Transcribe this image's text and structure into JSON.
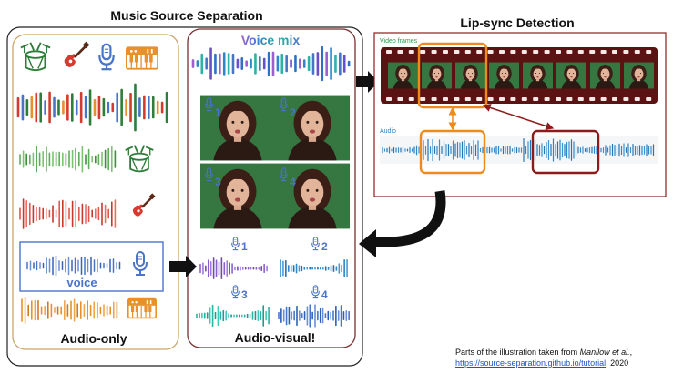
{
  "titles": {
    "music_source_separation": "Music Source Separation",
    "lip_sync_detection": "Lip-sync Detection"
  },
  "labels": {
    "voice_mix": "Voice mix",
    "voice": "voice",
    "audio_only": "Audio-only",
    "audio_visual": "Audio-visual!",
    "video_frames": "Video frames",
    "audio": "Audio",
    "track_numbers": [
      "1",
      "2",
      "3",
      "4"
    ]
  },
  "credit": {
    "prefix": "Parts of the illustration taken from ",
    "author": "Manilow et al.",
    "separator": ",",
    "link_text": "https://source-separation.github.io/tutorial",
    "year": ". 2020"
  },
  "colors": {
    "drums": "#2f7d3a",
    "guitar": "#d63a2f",
    "mic": "#4a74c9",
    "keyboard": "#e8912a",
    "outline_left": "#c9a56a",
    "outline_mid": "#7a2f2f",
    "film": "#5a1212",
    "orange_box": "#f08a1c",
    "red_box": "#8e1b1b",
    "audio_wave": "#2f86c8",
    "video_bg": "#2f6d3c"
  },
  "icons": [
    "drum-icon",
    "guitar-icon",
    "microphone-icon",
    "keyboard-icon",
    "person-face-icon",
    "arrow-icon"
  ]
}
